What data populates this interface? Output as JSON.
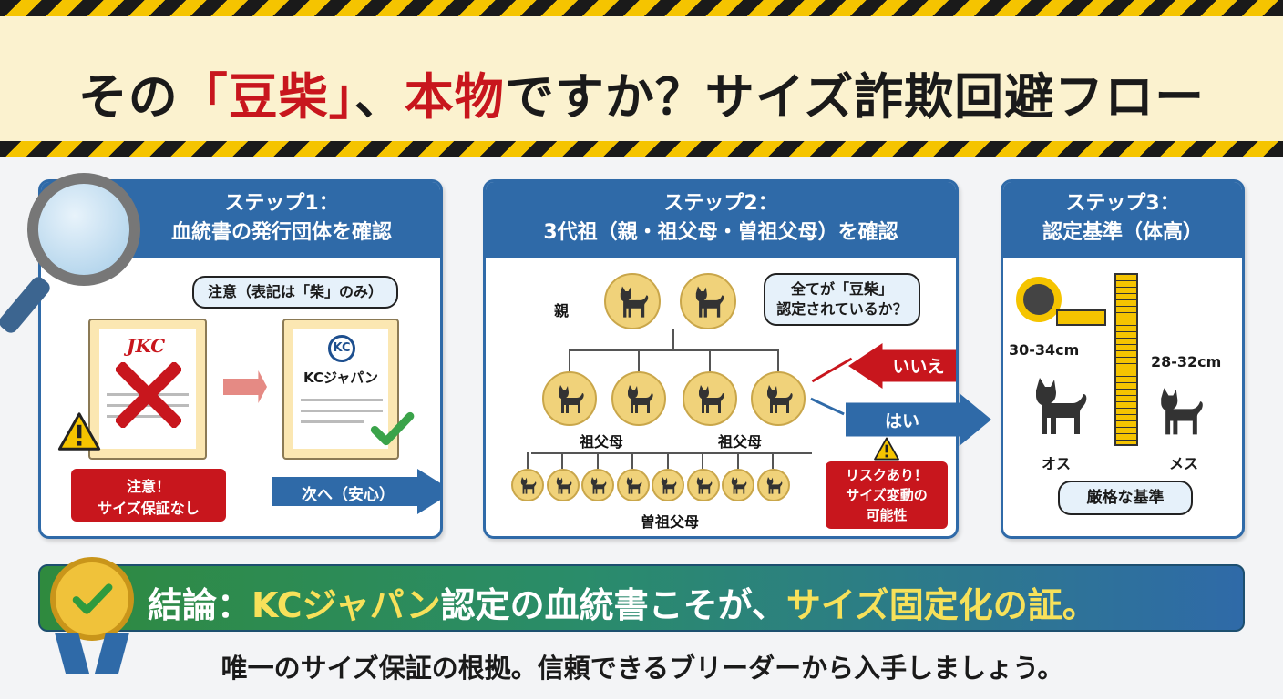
{
  "title": {
    "pre": "その",
    "q1": "「豆柴」",
    "mid": "、",
    "real": "本物",
    "post": "ですか？サイズ詐欺回避フロー"
  },
  "step1": {
    "header1": "ステップ1：",
    "header2": "血統書の発行団体を確認",
    "bubble": "注意（表記は「柴」のみ）",
    "jkc": "JKC",
    "kc_logo": "KC",
    "kc_name": "KCジャパン",
    "warn1": "注意！",
    "warn2": "サイズ保証なし",
    "next": "次へ（安心）"
  },
  "step2": {
    "header1": "ステップ2：",
    "header2": "3代祖（親・祖父母・曽祖父母）を確認",
    "parent": "親",
    "bubble1": "全てが「豆柴」",
    "bubble2": "認定されているか？",
    "grand_l": "祖父母",
    "grand_r": "祖父母",
    "great": "曽祖父母",
    "no": "いいえ",
    "yes": "はい",
    "risk1": "リスクあり！",
    "risk2": "サイズ変動の",
    "risk3": "可能性"
  },
  "step3": {
    "header1": "ステップ3：",
    "header2": "認定基準（体高）",
    "male_size": "30-34cm",
    "female_size": "28-32cm",
    "male": "オス",
    "female": "メス",
    "strict": "厳格な基準"
  },
  "conclusion": {
    "pre": "結論：",
    "kc": "KCジャパン",
    "mid": "認定の血統書こそが、",
    "end": "サイズ固定化の証。"
  },
  "footer": "唯一のサイズ保証の根拠。信頼できるブリーダーから入手しましょう。",
  "colors": {
    "blue": "#2f6aa8",
    "red": "#c8161d",
    "yellow": "#f5c400",
    "gold": "#f0d27a"
  }
}
